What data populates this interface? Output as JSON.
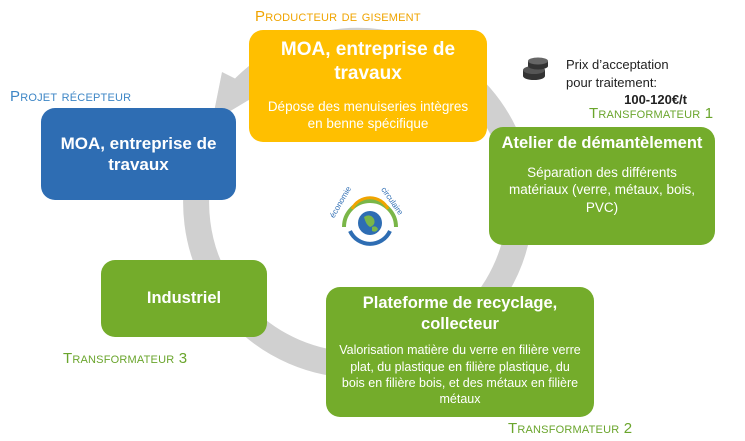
{
  "roles": {
    "producteur": "Producteur de gisement",
    "recepteur": "Projet récepteur",
    "transformateur1": "Transformateur 1",
    "transformateur2": "Transformateur 2",
    "transformateur3": "Transformateur 3"
  },
  "boxes": {
    "producer": {
      "title": "MOA, entreprise de travaux",
      "desc": "Dépose des menuiseries intègres en benne spécifique"
    },
    "recepteur": {
      "title": "MOA, entreprise de travaux"
    },
    "atelier": {
      "title": "Atelier de démantèlement",
      "desc": "Séparation des différents matériaux (verre, métaux, bois, PVC)"
    },
    "industriel": {
      "title": "Industriel"
    },
    "plateforme": {
      "title": "Plateforme de recyclage, collecteur",
      "desc": "Valorisation matière du verre en filière verre plat, du plastique en filière plastique, du bois en filière bois, et des métaux en filière métaux"
    }
  },
  "price": {
    "label": "Prix d’acceptation pour traitement:",
    "value": "100-120€/t"
  },
  "logo": {
    "text_top": "économie",
    "text_side": "circulaire"
  },
  "colors": {
    "orange": "#ffbf00",
    "blue": "#2e6db3",
    "green": "#74ac2b",
    "cycle_arrow": "#cfcfcf"
  },
  "icons": [
    "coins-icon",
    "circular-economy-logo",
    "cycle-arrow"
  ]
}
